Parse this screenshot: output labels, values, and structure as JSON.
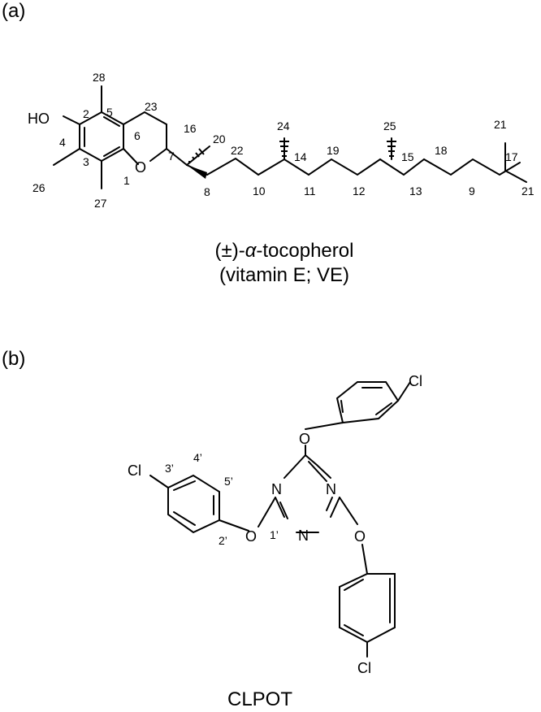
{
  "panel_a": {
    "label": "(a)",
    "caption_line1_prefix": "(±)-",
    "caption_line1_alpha": "α",
    "caption_line1_suffix": "-tocopherol",
    "caption_line2": "(vitamin E; VE)",
    "atoms": {
      "ho": "HO",
      "o": "O"
    },
    "numbers": {
      "n1": "1",
      "n2": "2",
      "n3": "3",
      "n4": "4",
      "n5": "5",
      "n6": "6",
      "n7": "7",
      "n8": "8",
      "n9": "9",
      "n10": "10",
      "n11": "11",
      "n12": "12",
      "n13": "13",
      "n14": "14",
      "n15": "15",
      "n16": "16",
      "n17": "17",
      "n18": "18",
      "n19": "19",
      "n20": "20",
      "n21a": "21",
      "n21b": "21",
      "n22": "22",
      "n23": "23",
      "n24": "24",
      "n25": "25",
      "n26": "26",
      "n27": "27",
      "n28": "28"
    }
  },
  "panel_b": {
    "label": "(b)",
    "caption": "CLPOT",
    "atoms": {
      "cl_top": "Cl",
      "cl_left": "Cl",
      "cl_bottom": "Cl",
      "o_top": "O",
      "o_left": "O",
      "o_right": "O",
      "n_left": "N",
      "n_right": "N",
      "n_bottom": "N"
    },
    "numbers": {
      "p1": "1’",
      "p2": "2’",
      "p3": "3’",
      "p4": "4’",
      "p5": "5’"
    }
  }
}
